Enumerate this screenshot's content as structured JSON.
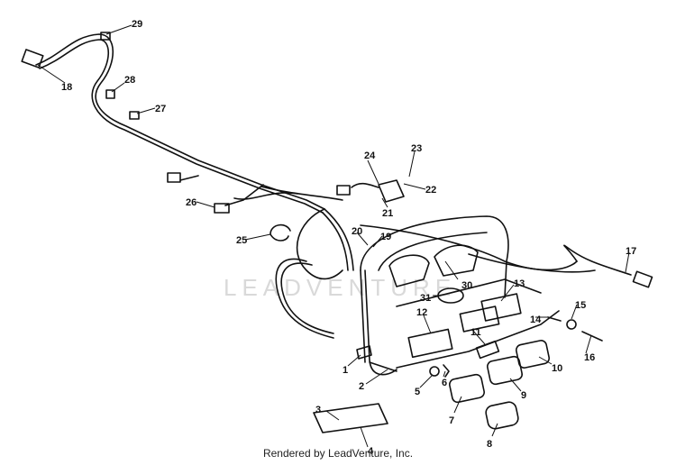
{
  "watermark": "LEADVENTURE",
  "footer": "Rendered by LeadVenture, Inc.",
  "callouts": [
    "1",
    "2",
    "3",
    "4",
    "5",
    "6",
    "7",
    "8",
    "9",
    "10",
    "11",
    "12",
    "13",
    "14",
    "15",
    "16",
    "17",
    "18",
    "19",
    "20",
    "21",
    "22",
    "23",
    "24",
    "25",
    "26",
    "27",
    "28",
    "29",
    "30",
    "31"
  ]
}
